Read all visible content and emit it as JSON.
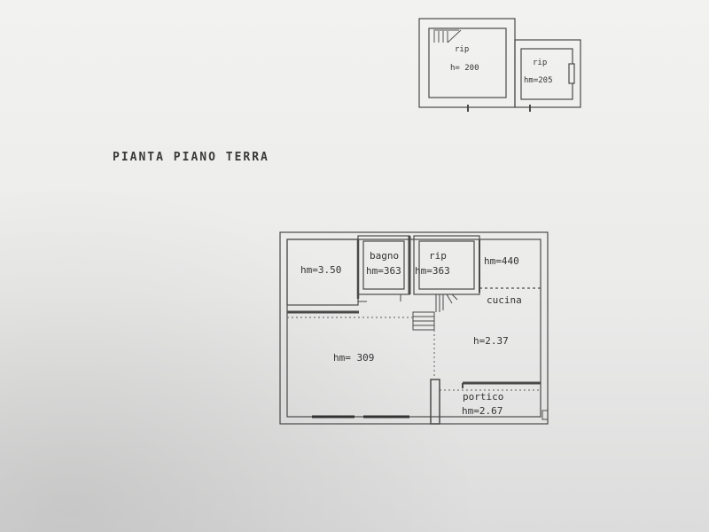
{
  "title": "PIANTA PIANO TERRA",
  "annex": {
    "room_left": {
      "name": "rip",
      "height": "h= 200"
    },
    "room_right": {
      "name": "rip",
      "height": "hm=205"
    }
  },
  "ground_floor": {
    "room_nw": {
      "height": "hm=3.50"
    },
    "bathroom": {
      "name": "bagno",
      "height": "hm=363"
    },
    "storage": {
      "name": "rip",
      "height": "hm=363"
    },
    "room_ne": {
      "height": "hm=440"
    },
    "kitchen": {
      "name": "cucina",
      "height": "h=2.37"
    },
    "main_room": {
      "height": "hm= 309"
    },
    "porch": {
      "name": "portico",
      "height": "hm=2.67"
    }
  },
  "colors": {
    "ink": "#4a4a4a",
    "wall_fill": "#9a9a9a",
    "paper": "#efefed"
  }
}
